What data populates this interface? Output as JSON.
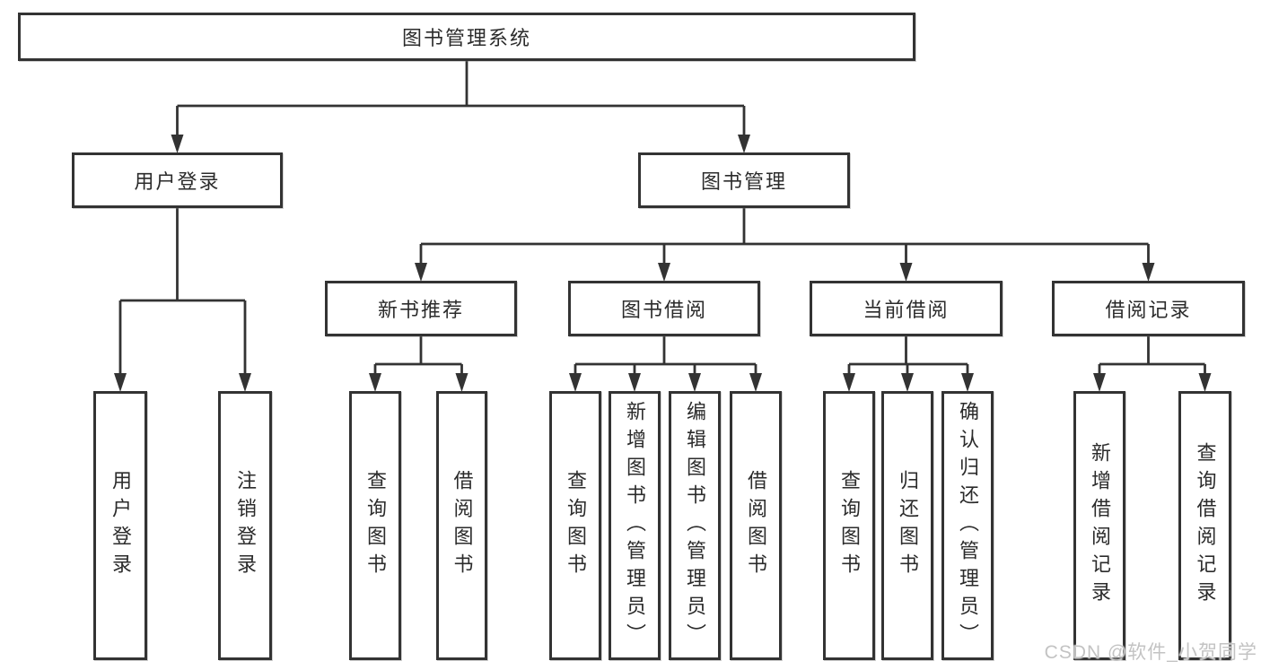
{
  "diagram": {
    "title": "图书管理系统",
    "type": "hierarchy-tree",
    "colors": {
      "line": "#333333",
      "box_border": "#333333",
      "box_fill": "#ffffff",
      "text": "#2b2b2b",
      "watermark": "#c3c3c3",
      "background": "#ffffff"
    }
  },
  "nodes": [
    {
      "id": "root",
      "label": "图书管理系统",
      "parent": null,
      "orientation": "horizontal"
    },
    {
      "id": "user-login-group",
      "label": "用户登录",
      "parent": "root",
      "orientation": "horizontal"
    },
    {
      "id": "book-mgmt",
      "label": "图书管理",
      "parent": "root",
      "orientation": "horizontal"
    },
    {
      "id": "new-book-rec",
      "label": "新书推荐",
      "parent": "book-mgmt",
      "orientation": "horizontal"
    },
    {
      "id": "book-borrow",
      "label": "图书借阅",
      "parent": "book-mgmt",
      "orientation": "horizontal"
    },
    {
      "id": "current-borrow",
      "label": "当前借阅",
      "parent": "book-mgmt",
      "orientation": "horizontal"
    },
    {
      "id": "borrow-records",
      "label": "借阅记录",
      "parent": "book-mgmt",
      "orientation": "horizontal"
    },
    {
      "id": "user-login",
      "label": "用户登录",
      "parent": "user-login-group",
      "orientation": "vertical"
    },
    {
      "id": "logout",
      "label": "注销登录",
      "parent": "user-login-group",
      "orientation": "vertical"
    },
    {
      "id": "query-books-1",
      "label": "查询图书",
      "parent": "new-book-rec",
      "orientation": "vertical"
    },
    {
      "id": "borrow-books-1",
      "label": "借阅图书",
      "parent": "new-book-rec",
      "orientation": "vertical"
    },
    {
      "id": "query-books-2",
      "label": "查询图书",
      "parent": "book-borrow",
      "orientation": "vertical"
    },
    {
      "id": "add-books-admin",
      "label": "新增图书（管理员）",
      "parent": "book-borrow",
      "orientation": "vertical"
    },
    {
      "id": "edit-books-admin",
      "label": "编辑图书（管理员）",
      "parent": "book-borrow",
      "orientation": "vertical"
    },
    {
      "id": "borrow-books-2",
      "label": "借阅图书",
      "parent": "book-borrow",
      "orientation": "vertical"
    },
    {
      "id": "query-books-3",
      "label": "查询图书",
      "parent": "current-borrow",
      "orientation": "vertical"
    },
    {
      "id": "return-books",
      "label": "归还图书",
      "parent": "current-borrow",
      "orientation": "vertical"
    },
    {
      "id": "confirm-return-admin",
      "label": "确认归还（管理员）",
      "parent": "current-borrow",
      "orientation": "vertical"
    },
    {
      "id": "add-borrow-record",
      "label": "新增借阅记录",
      "parent": "borrow-records",
      "orientation": "vertical"
    },
    {
      "id": "query-borrow-record",
      "label": "查询借阅记录",
      "parent": "borrow-records",
      "orientation": "vertical"
    }
  ],
  "watermark": "CSDN @软件_小贺同学"
}
